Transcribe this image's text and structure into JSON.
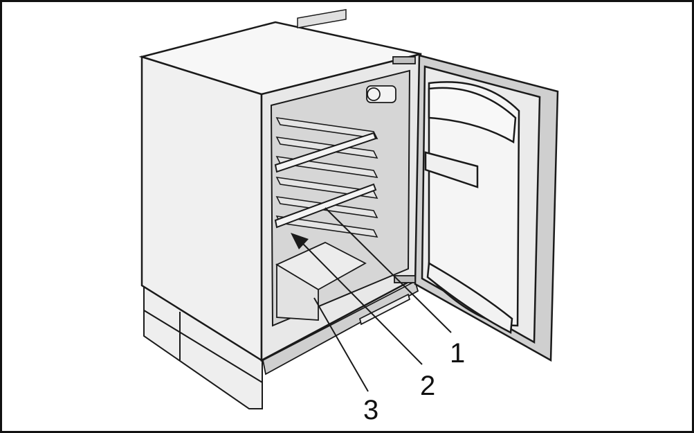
{
  "callouts": [
    {
      "label": "1",
      "target": "shelf-support"
    },
    {
      "label": "2",
      "target": "glass-shelf"
    },
    {
      "label": "3",
      "target": "crisper-cover"
    }
  ],
  "colors": {
    "line": "#1a1a1a",
    "cabinet": "#f2f2f2",
    "interior": "#d9d9d9",
    "door": "#e6e6e6",
    "shadow": "#bdbdbd"
  }
}
